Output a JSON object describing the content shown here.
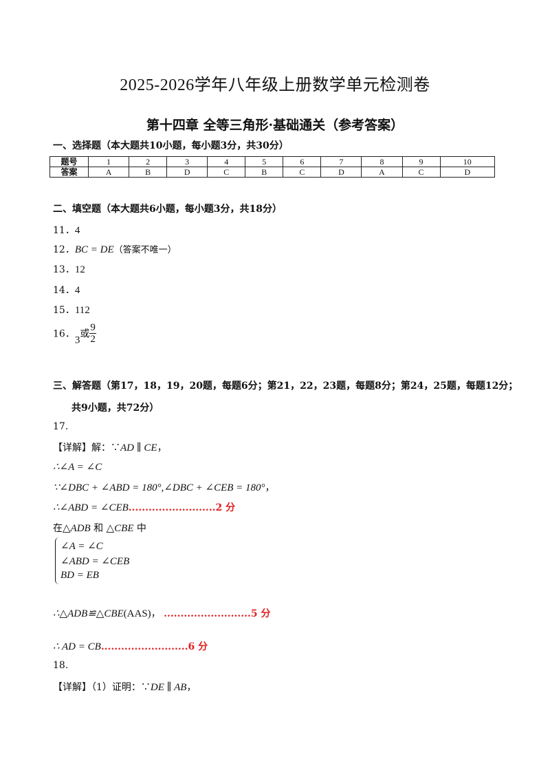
{
  "title": "2025-2026学年八年级上册数学单元检测卷",
  "subtitle": "第十四章 全等三角形·基础通关（参考答案）",
  "section1": {
    "heading": "一、选择题（本大题共10小题，每小题3分，共30分）",
    "row_labels": [
      "题号",
      "答案"
    ],
    "numbers": [
      "1",
      "2",
      "3",
      "4",
      "5",
      "6",
      "7",
      "8",
      "9",
      "10"
    ],
    "answers": [
      "A",
      "B",
      "D",
      "C",
      "B",
      "C",
      "D",
      "A",
      "C",
      "D"
    ]
  },
  "section2": {
    "heading": "二、填空题（本大题共6小题，每小题3分，共18分）",
    "items": [
      {
        "num": "11．",
        "answer": "4"
      },
      {
        "num": "12．",
        "answer": "BC = DE",
        "note": "（答案不唯一）"
      },
      {
        "num": "13．",
        "answer": "12"
      },
      {
        "num": "14．",
        "answer": "4"
      },
      {
        "num": "15．",
        "answer": "112"
      },
      {
        "num": "16．",
        "answer": "3",
        "or": "或",
        "frac_num": "9",
        "frac_den": "2"
      }
    ]
  },
  "section3": {
    "heading_line1": "三、解答题（第17，18，19，20题，每题6分；第21，22，23题，每题8分；第24，25题，每题12分；",
    "heading_line2": "共9小题，共72分）"
  },
  "q17": {
    "num": "17.",
    "l1_prefix": "【详解】解：∵",
    "l1_math": "AD ∥ CE",
    "l1_suffix": "，",
    "l2": "∴∠A = ∠C",
    "l3": "∵∠DBC + ∠ABD = 180°,∠DBC + ∠CEB = 180°",
    "l3_suffix": "，",
    "l4": "∴∠ABD = ∠CEB",
    "l4_score": "..........................2 分",
    "l5_pre": "在",
    "l5_t1": "△ADB",
    "l5_mid": " 和 ",
    "l5_t2": "△CBE",
    "l5_post": " 中",
    "sys1": "∠A = ∠C",
    "sys2": "∠ABD = ∠CEB",
    "sys3": "BD = EB",
    "l6": "∴△ADB≌△CBE",
    "l6_aas": "(AAS)",
    "l6_suffix": "，",
    "l6_score": "..........................5 分",
    "l7": "∴ AD = CB",
    "l7_score": "..........................6 分"
  },
  "q18": {
    "num": "18.",
    "l1_prefix": "【详解】（1）证明：∵",
    "l1_math": "DE ∥ AB",
    "l1_suffix": "，"
  }
}
